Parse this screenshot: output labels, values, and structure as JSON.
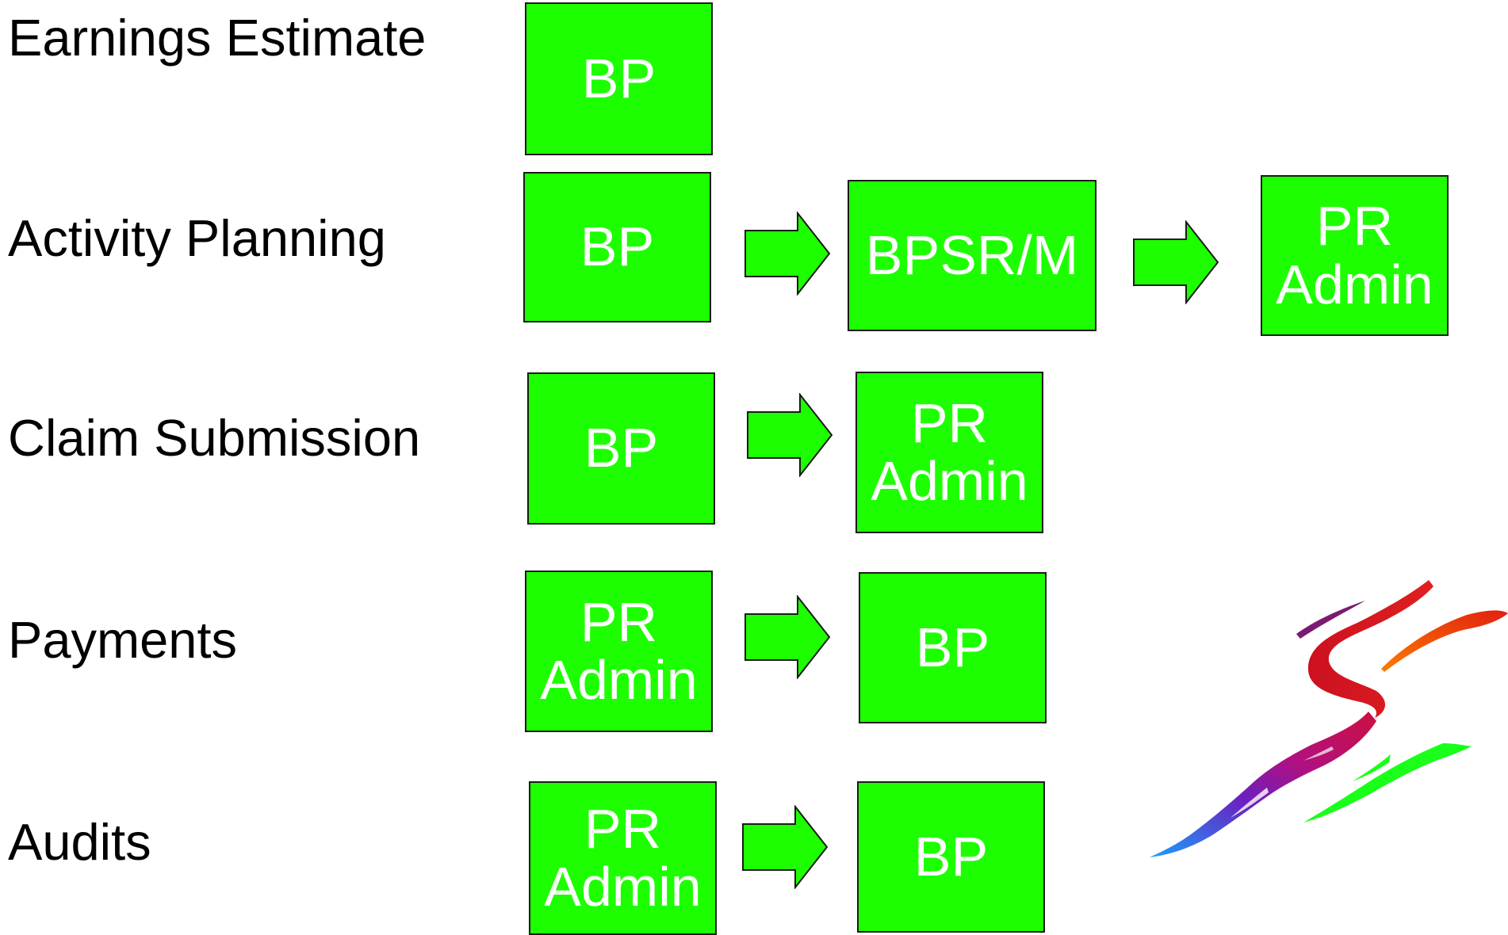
{
  "colors": {
    "node_fill": "#1dff00",
    "node_border": "#1a1a1a",
    "node_text": "#ffffff",
    "label_text": "#000000"
  },
  "rows": [
    {
      "label": "Earnings Estimate",
      "nodes": [
        {
          "lines": [
            "BP"
          ]
        }
      ]
    },
    {
      "label": "Activity Planning",
      "nodes": [
        {
          "lines": [
            "BP"
          ]
        },
        {
          "lines": [
            "BPSR/M"
          ]
        },
        {
          "lines": [
            "PR",
            "Admin"
          ]
        }
      ]
    },
    {
      "label": "Claim Submission",
      "nodes": [
        {
          "lines": [
            "BP"
          ]
        },
        {
          "lines": [
            "PR",
            "Admin"
          ]
        }
      ]
    },
    {
      "label": "Payments",
      "nodes": [
        {
          "lines": [
            "PR",
            "Admin"
          ]
        },
        {
          "lines": [
            "BP"
          ]
        }
      ]
    },
    {
      "label": "Audits",
      "nodes": [
        {
          "lines": [
            "PR",
            "Admin"
          ]
        },
        {
          "lines": [
            "BP"
          ]
        }
      ]
    }
  ],
  "logo": {
    "icon": "s-brushstroke-logo-icon"
  }
}
